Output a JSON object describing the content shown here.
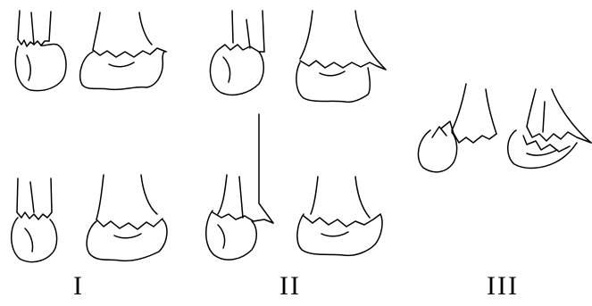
{
  "figure": {
    "labels": [
      "I",
      "II",
      "III"
    ]
  }
}
